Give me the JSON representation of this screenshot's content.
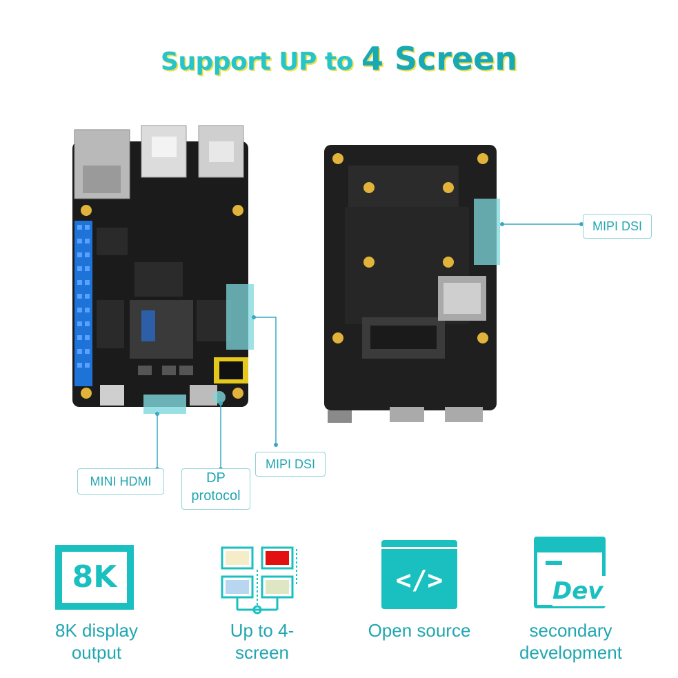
{
  "header": {
    "title_prefix": "Support UP to ",
    "title_highlight": "4 Screen"
  },
  "callouts": {
    "mipi_dsi_right": "MIPI DSI",
    "mipi_dsi_left": "MIPI DSI",
    "mini_hdmi": "MINI HDMI",
    "dp_protocol_line1": "DP",
    "dp_protocol_line2": "protocol"
  },
  "features": [
    {
      "icon": "8k-icon",
      "icon_text": "8K",
      "line1": "8K display",
      "line2": "output"
    },
    {
      "icon": "multi-screen-icon",
      "line1": "Up to 4-",
      "line2": "screen"
    },
    {
      "icon": "code-icon",
      "icon_text": "</>",
      "line1": "Open source",
      "line2": ""
    },
    {
      "icon": "dev-window-icon",
      "icon_text": "Dev",
      "line1": "secondary",
      "line2": "development"
    }
  ],
  "colors": {
    "accent": "#20a6b0",
    "highlight": "#7fd8dd",
    "pin_blue": "#1e73d8",
    "board": "#1a1a1a"
  }
}
